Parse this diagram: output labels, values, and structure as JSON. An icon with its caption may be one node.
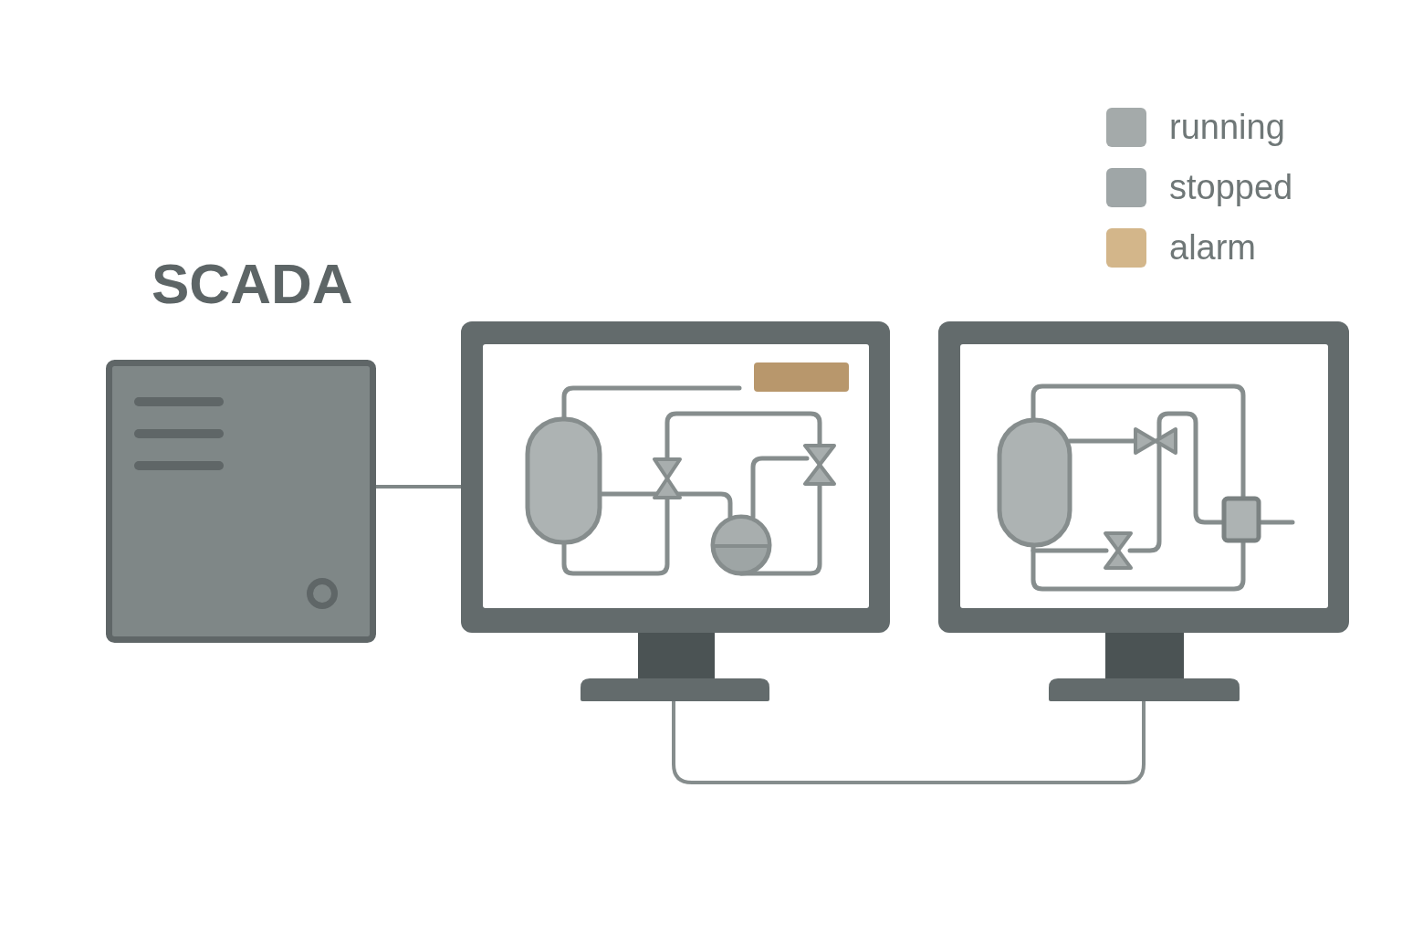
{
  "diagram": {
    "nodes": [
      {
        "text": [
          "SCADA"
        ]
      },
      {
        "text": [],
        "shape": "picture"
      },
      {
        "text": [],
        "shape": "picture"
      }
    ],
    "edges": [
      {
        "from": 0,
        "to": 1,
        "arrow": "none"
      },
      {
        "from": 1,
        "to": 2,
        "arrow": "none"
      }
    ],
    "legend": [
      {
        "text": "running",
        "color": "#a4aaaa"
      },
      {
        "text": "stopped",
        "color": "#9fa6a7"
      },
      {
        "text": "alarm",
        "color": "#d3b68a"
      }
    ]
  }
}
